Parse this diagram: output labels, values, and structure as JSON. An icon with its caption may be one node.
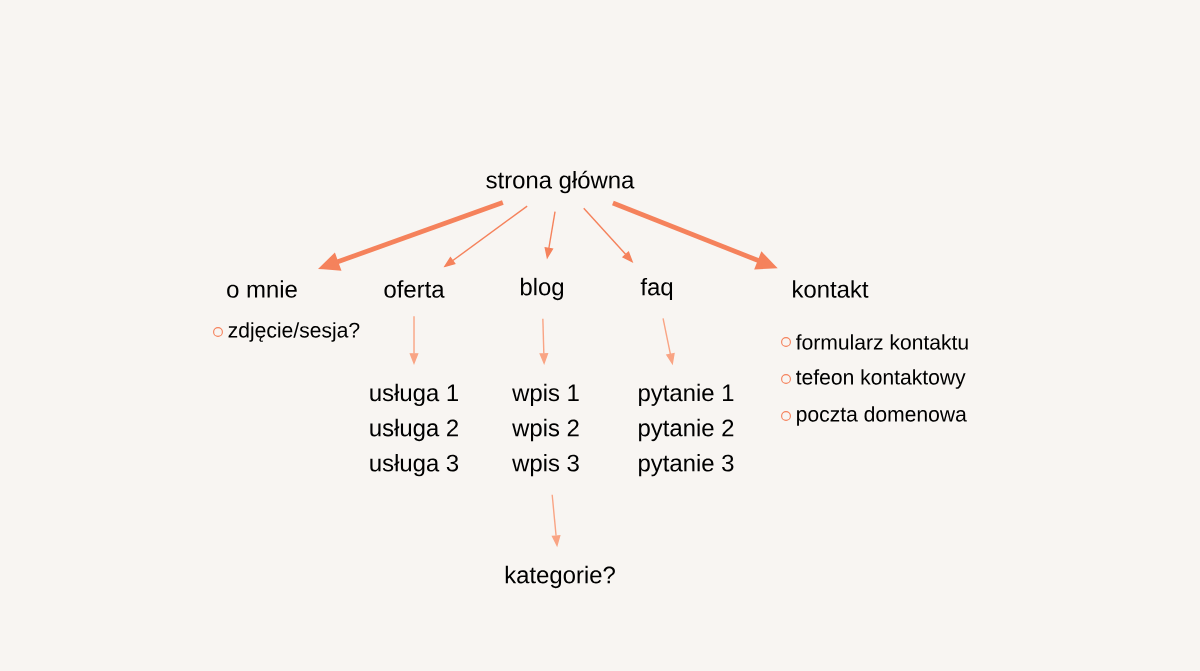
{
  "diagram": {
    "nodes": [
      {
        "text": [
          "strona główna"
        ]
      },
      {
        "text": [
          "o mnie"
        ],
        "beside": [
          "zdjęcie/sesja?"
        ]
      },
      {
        "text": [
          "oferta"
        ]
      },
      {
        "text": [
          "blog"
        ]
      },
      {
        "text": [
          "faq"
        ]
      },
      {
        "text": [
          "kontakt"
        ],
        "beside": [
          "formularz kontaktu",
          "tefeon kontaktowy",
          "poczta domenowa"
        ]
      },
      {
        "text": [
          "usługa 1",
          "usługa 2",
          "usługa 3"
        ]
      },
      {
        "text": [
          "wpis 1",
          "wpis 2",
          "wpis 3"
        ]
      },
      {
        "text": [
          "pytanie 1",
          "pytanie 2",
          "pytanie 3"
        ]
      },
      {
        "text": [
          "kategorie?"
        ]
      }
    ],
    "edges": [
      {
        "from": 0,
        "to": 1,
        "arrow": "to",
        "style": "thick"
      },
      {
        "from": 0,
        "to": 2,
        "arrow": "to"
      },
      {
        "from": 0,
        "to": 3,
        "arrow": "to"
      },
      {
        "from": 0,
        "to": 4,
        "arrow": "to"
      },
      {
        "from": 0,
        "to": 5,
        "arrow": "to",
        "style": "thick"
      },
      {
        "from": 2,
        "to": 6,
        "arrow": "to",
        "color": "#f9a484"
      },
      {
        "from": 3,
        "to": 7,
        "arrow": "to",
        "color": "#f9a484"
      },
      {
        "from": 4,
        "to": 8,
        "arrow": "to",
        "color": "#f9a484"
      },
      {
        "from": 7,
        "to": 9,
        "arrow": "to",
        "color": "#f9a484"
      }
    ]
  }
}
